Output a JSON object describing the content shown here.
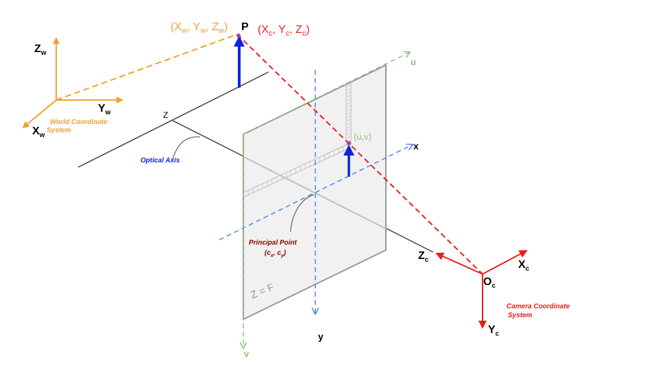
{
  "labels": {
    "point_p": "P",
    "world_coords_open": "(X",
    "world_coords_sub_w1": "w",
    "world_coords_sep1": ", Y",
    "world_coords_sub_w2": "w",
    "world_coords_sep2": ", Z",
    "world_coords_sub_w3": "w",
    "world_coords_close": ")",
    "camera_coords_open": "(X",
    "camera_coords_sub_c1": "c",
    "camera_coords_sep1": ", Y",
    "camera_coords_sub_c2": "c",
    "camera_coords_sep2": ", Z",
    "camera_coords_sub_c3": "c",
    "camera_coords_close": ")",
    "world_z_axis": "Z",
    "world_z_sub": "w",
    "world_y_axis": "Y",
    "world_y_sub": "w",
    "world_x_axis": "X",
    "world_x_sub": "w",
    "world_system_line1": "World Coordinate",
    "world_system_line2": "System",
    "z_marker": "Z",
    "optical_axis": "Optical Axis",
    "u_axis": "u",
    "v_axis": "v",
    "x_axis": "x",
    "y_axis": "y",
    "uv_point": "(u,v)",
    "principal_point_line1": "Principal Point",
    "principal_point_line2_open": "(c",
    "principal_point_sub_x": "x",
    "principal_point_line2_sep": ", c",
    "principal_point_sub_y": "y",
    "principal_point_line2_close": ")",
    "image_plane_eq": "Z = F",
    "camera_z_axis": "Z",
    "camera_z_sub": "c",
    "camera_x_axis": "X",
    "camera_x_sub": "c",
    "camera_y_axis": "Y",
    "camera_y_sub": "c",
    "camera_origin": "O",
    "camera_origin_sub": "c",
    "camera_system_line1": "Camera Coordinate",
    "camera_system_line2": "System"
  },
  "colors": {
    "world": "#f2a02a",
    "camera": "#ee1c1c",
    "image_axes": "#4a86e8",
    "pixel_axes": "#8cc37a",
    "optical": "#444444",
    "vector": "#0b24e0",
    "principal_text": "#8b0000",
    "plane_fill": "#efefef",
    "plane_edge": "#999999"
  }
}
